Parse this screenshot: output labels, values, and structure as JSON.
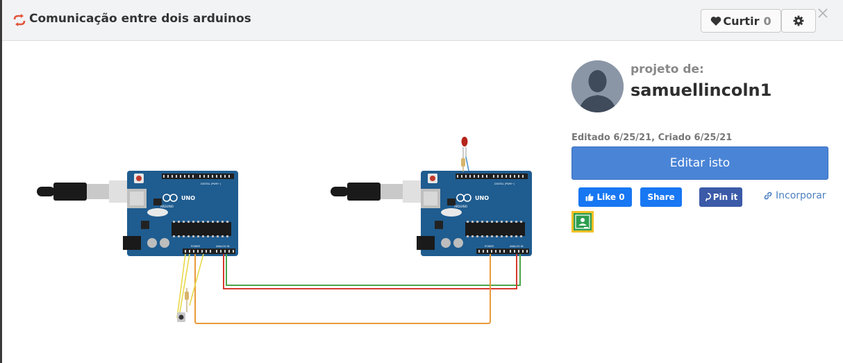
{
  "header": {
    "title": "Comunicação entre dois arduinos",
    "like_label": "Curtir",
    "like_count": "0"
  },
  "board": {
    "logo_text": "UNO",
    "brand_text": "ARDUINO",
    "digital_label": "DIGITAL (PWM~)",
    "power_label": "POWER",
    "analog_label": "ANALOG IN"
  },
  "author": {
    "by_label": "projeto de:",
    "name": "samuellincoln1"
  },
  "meta": {
    "dates": "Editado 6/25/21, Criado 6/25/21"
  },
  "actions": {
    "edit_label": "Editar isto",
    "fb_like_label": "Like 0",
    "fb_share_label": "Share",
    "pin_label": "Pin it",
    "embed_label": "Incorporar"
  },
  "colors": {
    "accent": "#4a84d6",
    "board_blue": "#1f5c8f",
    "wire_red": "#d63a2f",
    "wire_green": "#4aa64a",
    "wire_orange": "#e89a3c",
    "wire_yellow": "#e8d84a",
    "facebook": "#1877f2",
    "pinterest_button": "#3b5aa8"
  },
  "icons": {
    "title": "reload-icon",
    "like": "heart-icon",
    "settings": "gear-icon",
    "close": "close-icon",
    "embed": "link-icon",
    "pin": "pinterest-icon",
    "classroom": "google-classroom-icon"
  }
}
